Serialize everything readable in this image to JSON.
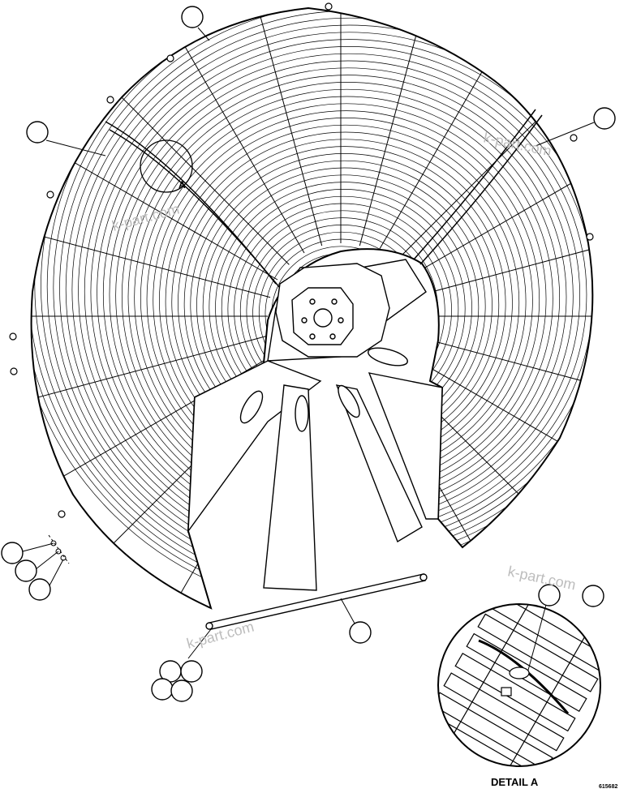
{
  "diagram": {
    "detail_marker": "A",
    "detail_caption": "DETAIL A",
    "drawing_number": "615682",
    "watermark": "k-part.com"
  },
  "colors": {
    "ink": "#000000",
    "paper": "#ffffff",
    "watermark": "#bdbdbd"
  }
}
